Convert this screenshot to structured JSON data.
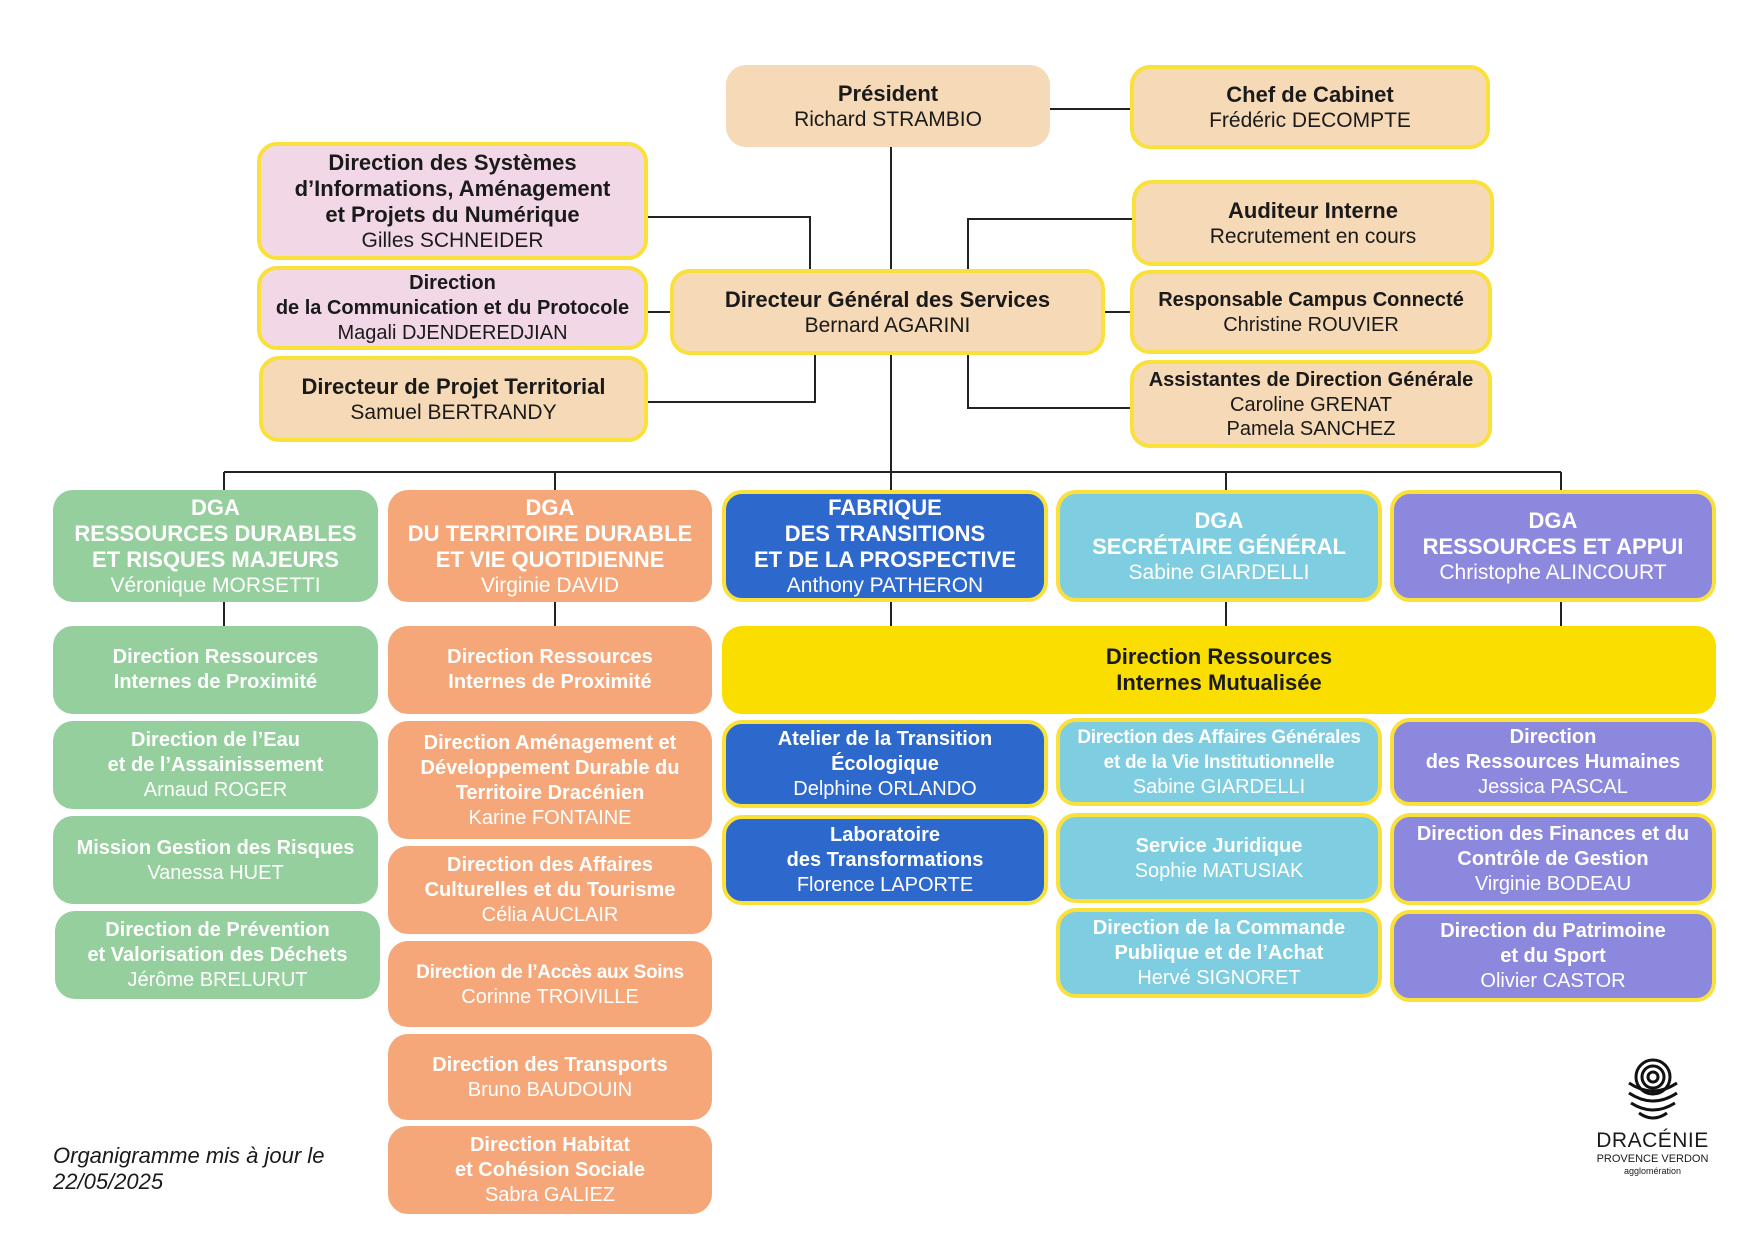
{
  "colors": {
    "peach": "#f6d9b6",
    "pink": "#f2d8e6",
    "yellow_border": "#f9e03a",
    "green": "#95cf9d",
    "orange": "#f5a77a",
    "blue": "#2d68cc",
    "cyan": "#7fcde0",
    "purple": "#8c88de",
    "yellow": "#f9de00"
  },
  "boxes": {
    "president": {
      "title": "Président",
      "person": "Richard STRAMBIO"
    },
    "chef_cabinet": {
      "title": "Chef de Cabinet",
      "person": "Frédéric DECOMPTE"
    },
    "dsi": {
      "title": "Direction des Systèmes\nd’Informations, Aménagement\net Projets du Numérique",
      "person": "Gilles SCHNEIDER"
    },
    "communication": {
      "title": "Direction\nde la Communication et du Protocole",
      "person": "Magali DJENDEREDJIAN"
    },
    "dgs": {
      "title": "Directeur Général des Services",
      "person": "Bernard AGARINI"
    },
    "auditeur": {
      "title": "Auditeur Interne",
      "person": "Recrutement en cours"
    },
    "campus": {
      "title": "Responsable Campus Connecté",
      "person": "Christine ROUVIER"
    },
    "projet_territorial": {
      "title": "Directeur de Projet Territorial",
      "person": "Samuel BERTRANDY"
    },
    "assistantes": {
      "title": "Assistantes de Direction Générale",
      "person": "Caroline GRENAT\nPamela SANCHEZ"
    },
    "dga_rdrm": {
      "title": "DGA\nRESSOURCES DURABLES\nET RISQUES MAJEURS",
      "person": "Véronique MORSETTI"
    },
    "dga_tdvq": {
      "title": "DGA\nDU TERRITOIRE DURABLE\nET VIE QUOTIDIENNE",
      "person": "Virginie DAVID"
    },
    "fabrique": {
      "title": "FABRIQUE\nDES TRANSITIONS\nET DE LA PROSPECTIVE",
      "person": "Anthony PATHERON"
    },
    "dga_sg": {
      "title": "DGA\nSECRÉTAIRE GÉNÉRAL",
      "person": "Sabine GIARDELLI"
    },
    "dga_ra": {
      "title": "DGA\nRESSOURCES ET APPUI",
      "person": "Christophe ALINCOURT"
    },
    "g_rip": {
      "title": "Direction Ressources\nInternes de Proximité",
      "person": ""
    },
    "g_eau": {
      "title": "Direction de l’Eau\net de l’Assainissement",
      "person": "Arnaud ROGER"
    },
    "g_risques": {
      "title": "Mission Gestion des Risques",
      "person": "Vanessa HUET"
    },
    "g_dechets": {
      "title": "Direction de Prévention\net Valorisation des Déchets",
      "person": "Jérôme BRELURUT"
    },
    "o_rip": {
      "title": "Direction Ressources\nInternes de Proximité",
      "person": ""
    },
    "o_amenagement": {
      "title": "Direction Aménagement et\nDéveloppement Durable du\nTerritoire Dracénien",
      "person": "Karine FONTAINE"
    },
    "o_culture": {
      "title": "Direction des Affaires\nCulturelles et du Tourisme",
      "person": "Célia AUCLAIR"
    },
    "o_soins": {
      "title": "Direction de l’Accès aux Soins",
      "person": "Corinne TROIVILLE"
    },
    "o_transports": {
      "title": "Direction des Transports",
      "person": "Bruno BAUDOUIN"
    },
    "o_habitat": {
      "title": "Direction Habitat\net Cohésion Sociale",
      "person": "Sabra GALIEZ"
    },
    "mutualisee": {
      "title": "Direction Ressources\nInternes Mutualisée",
      "person": ""
    },
    "b_atelier": {
      "title": "Atelier de la Transition\nÉcologique",
      "person": "Delphine ORLANDO"
    },
    "b_labo": {
      "title": "Laboratoire\ndes Transformations",
      "person": "Florence LAPORTE"
    },
    "c_affaires": {
      "title": "Direction des Affaires Générales\net de la Vie Institutionnelle",
      "person": "Sabine GIARDELLI"
    },
    "c_juridique": {
      "title": "Service Juridique",
      "person": "Sophie MATUSIAK"
    },
    "c_commande": {
      "title": "Direction de la Commande\nPublique et de l’Achat",
      "person": "Hervé SIGNORET"
    },
    "p_rh": {
      "title": "Direction\ndes Ressources Humaines",
      "person": "Jessica PASCAL"
    },
    "p_finances": {
      "title": "Direction des Finances et du\nContrôle de Gestion",
      "person": "Virginie BODEAU"
    },
    "p_patrimoine": {
      "title": "Direction du Patrimoine\net du Sport",
      "person": "Olivier CASTOR"
    }
  },
  "footnote": "Organigramme mis à jour le\n22/05/2025",
  "logo": {
    "name": "DRACÉNIE",
    "subtitle": "PROVENCE VERDON",
    "tagline": "agglomération"
  }
}
